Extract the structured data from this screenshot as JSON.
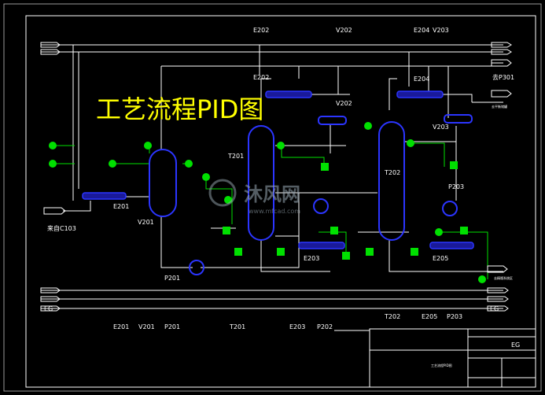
{
  "title": "工艺流程PID图",
  "watermark": {
    "brand": "沐风网",
    "url": "www.mfcad.com"
  },
  "header_equipment": [
    {
      "tag": "E202"
    },
    {
      "tag": "V202"
    },
    {
      "tag": "E204"
    },
    {
      "tag": "V203"
    }
  ],
  "left_streams": [
    "来自C103"
  ],
  "right_streams": [
    "去P301",
    "去平衡储罐",
    "去精馏系统区"
  ],
  "equipment": [
    {
      "tag": "E201"
    },
    {
      "tag": "V201"
    },
    {
      "tag": "P201"
    },
    {
      "tag": "T201"
    },
    {
      "tag": "E202"
    },
    {
      "tag": "V202"
    },
    {
      "tag": "E203"
    },
    {
      "tag": "T202"
    },
    {
      "tag": "E204"
    },
    {
      "tag": "V203"
    },
    {
      "tag": "P203"
    },
    {
      "tag": "E205"
    }
  ],
  "utility_lines": [
    "EG"
  ],
  "bottom_legend": [
    {
      "tag": "E201"
    },
    {
      "tag": "V201"
    },
    {
      "tag": "P201"
    },
    {
      "tag": "T201"
    },
    {
      "tag": "E203"
    },
    {
      "tag": "P202"
    },
    {
      "tag": "T202"
    },
    {
      "tag": "E205"
    },
    {
      "tag": "P203"
    }
  ],
  "title_block": {
    "drawing_name": "工艺流程PID图",
    "project_code": "EG"
  },
  "colors": {
    "background": "#000000",
    "equipment": "#2b35ff",
    "instrument": "#00e000",
    "pipe": "#ffffff",
    "title": "#ffff00"
  }
}
